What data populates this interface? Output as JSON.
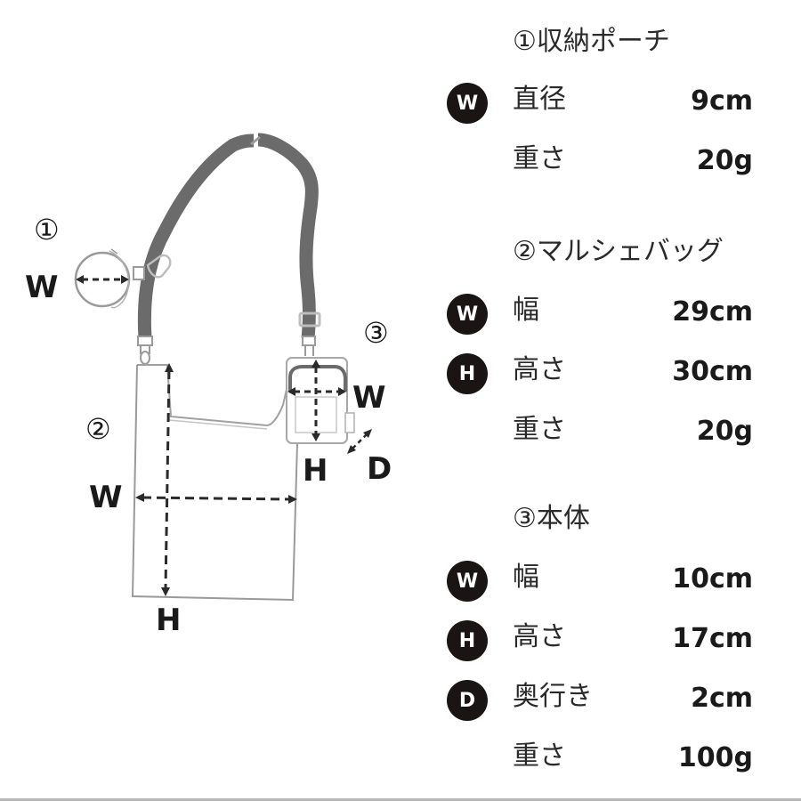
{
  "diagram": {
    "labels": {
      "item1_marker": "①",
      "item2_marker": "②",
      "item3_marker": "③",
      "pouch_w": "W",
      "bag_w": "W",
      "bag_h": "H",
      "body_w": "W",
      "body_h": "H",
      "body_d": "D"
    },
    "colors": {
      "strap": "#6b6b6b",
      "outline": "#9a9a9a",
      "dimension_line": "#2a2a2a",
      "badge": "#1a1414"
    }
  },
  "specs": {
    "sections": [
      {
        "title": "①収納ポーチ",
        "rows": [
          {
            "badge": "W",
            "label": "直径",
            "value": "9cm"
          },
          {
            "badge": "",
            "label": "重さ",
            "value": "20g"
          }
        ]
      },
      {
        "title": "②マルシェバッグ",
        "rows": [
          {
            "badge": "W",
            "label": "幅",
            "value": "29cm"
          },
          {
            "badge": "H",
            "label": "高さ",
            "value": "30cm"
          },
          {
            "badge": "",
            "label": "重さ",
            "value": "20g"
          }
        ]
      },
      {
        "title": "③本体",
        "rows": [
          {
            "badge": "W",
            "label": "幅",
            "value": "10cm"
          },
          {
            "badge": "H",
            "label": "高さ",
            "value": "17cm"
          },
          {
            "badge": "D",
            "label": "奥行き",
            "value": "2cm"
          },
          {
            "badge": "",
            "label": "重さ",
            "value": "100g"
          }
        ]
      }
    ]
  }
}
